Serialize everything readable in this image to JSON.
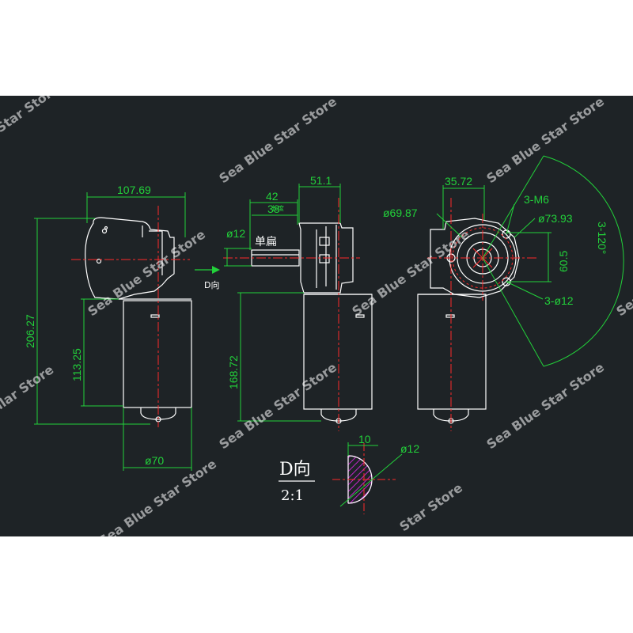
{
  "colors": {
    "background": "#1e2326",
    "outline": "#ffffff",
    "dimension": "#22d13a",
    "centerline": "#ff2a2a",
    "hatch": "#c026c8",
    "leader_cyan": "#21d4e0",
    "watermark": "#ffffff"
  },
  "front_view": {
    "width_label": "107.69",
    "height_label": "206.27",
    "body_height_label": "113.25",
    "diameter_label": "ø70"
  },
  "side_view": {
    "length_42_label": "42",
    "length_sublabel": "长度",
    "length_38_label": "38",
    "width_51_label": "51.1",
    "shaft_diameter_label": "ø12",
    "flat_label": "单扁",
    "height_label": "168.72",
    "direction_label": "D向"
  },
  "end_view": {
    "top_width_label": "35.72",
    "outer_diameter_label": "ø69.87",
    "bolt_label": "3-M6",
    "pitch_diameter_label": "ø73.93",
    "offset_label": "60.5",
    "angle_label": "3-120°",
    "hole_label": "3-ø12"
  },
  "detail_view": {
    "title": "D向",
    "scale": "2:1",
    "width_label": "10",
    "diameter_label": "ø12"
  },
  "watermark": {
    "text": "Sea Blue Star Store",
    "fragment_left": "Star Store",
    "fragment_small": "ilar Store"
  }
}
